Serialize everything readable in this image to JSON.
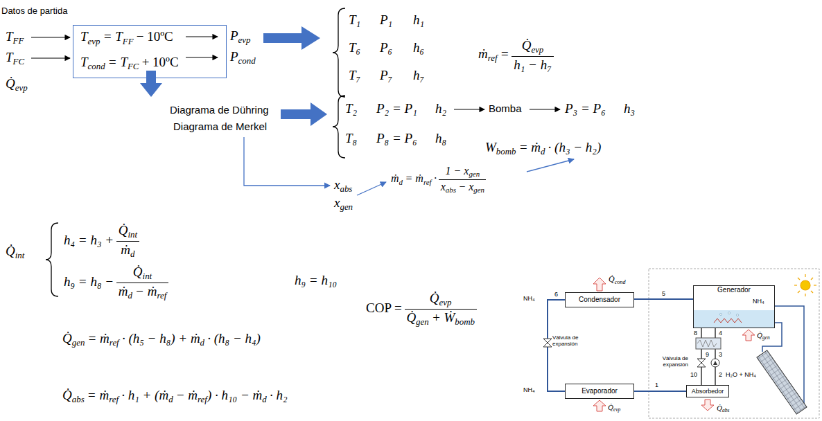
{
  "diagram": {
    "nodes": [
      {
        "text": [
          "T",
          "evp",
          "= T",
          "FF",
          "− 10ºC",
          "T",
          "cond",
          "= T",
          "FC",
          "+ 10ºC"
        ]
      },
      {
        "text": [
          "Condensador"
        ]
      },
      {
        "text": [
          "Generador"
        ]
      },
      {
        "text": [
          "Evaporador"
        ]
      },
      {
        "text": [
          "Absorbedor"
        ]
      }
    ],
    "edges": [
      {
        "from": 2,
        "to": 1,
        "arrow": "none"
      },
      {
        "from": 1,
        "to": 3,
        "arrow": "none"
      },
      {
        "from": 3,
        "to": 4,
        "arrow": "none"
      },
      {
        "from": 4,
        "to": 2,
        "arrow": "none"
      },
      {
        "from": 2,
        "to": 4,
        "arrow": "none"
      }
    ],
    "labels": [
      "Datos de partida",
      "T",
      "FF",
      "T",
      "FC",
      "Q̇",
      "evp",
      "P",
      "evp",
      "P",
      "cond",
      "T₁",
      "P₁",
      "h₁",
      "T₆",
      "P₆",
      "h₆",
      "T₇",
      "P₇",
      "h₇",
      "ṁ",
      "ref",
      "=",
      "Q̇",
      "evp",
      "h₁ − h₇",
      "Diagrama de Dühring",
      "Diagrama de Merkel",
      "T₂",
      "P₂ = P₁",
      "h₂",
      "Bomba",
      "P₃ = P₆",
      "h₃",
      "T₈",
      "P₈ = P₆",
      "h₈",
      "W",
      "bomb",
      "= ṁ",
      "d",
      "· (h₃ − h₂)",
      "x",
      "abs",
      "x",
      "gen",
      "ṁ",
      "d",
      "= ṁ",
      "ref",
      "·",
      "1 − x",
      "gen",
      "x",
      "abs",
      "− x",
      "gen",
      "Q̇",
      "int",
      "h₄ = h₃ +",
      "Q̇",
      "int",
      "ṁ",
      "d",
      "h₉ = h₈ −",
      "Q̇",
      "int",
      "ṁ",
      "d",
      "− ṁ",
      "ref",
      "h₉ = h₁₀",
      "COP =",
      "Q̇",
      "evp",
      "Q̇",
      "gen",
      "+ Ẇ",
      "bomb",
      "Q̇",
      "gen",
      "= ṁ",
      "ref",
      "· (h₅ − h₈) + ṁ",
      "d",
      "· (h₈ − h₄)",
      "Q̇",
      "abs",
      "= ṁ",
      "ref",
      "· h₁ + (ṁ",
      "d",
      "− ṁ",
      "ref",
      ") · h₁₀ − ṁ",
      "d",
      "· h₂",
      "Q̇",
      "cond",
      "NH₄",
      "6",
      "5",
      "NH₄",
      "8",
      "4",
      "Válvula de expansión",
      "9",
      "3",
      "Válvula de expansión",
      "10",
      "H₂O + NH₄",
      "2",
      "Q̇",
      "abs",
      "NH₄",
      "1",
      "Q̇",
      "evp",
      "Q̇",
      "gen"
    ]
  }
}
